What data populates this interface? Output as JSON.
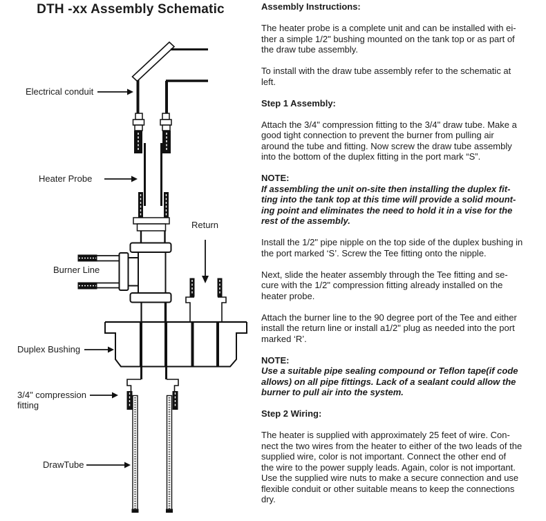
{
  "title": "DTH -xx Assembly Schematic",
  "diagram": {
    "labels": {
      "electrical_conduit": "Electrical conduit",
      "heater_probe": "Heater Probe",
      "return_port": "Return",
      "burner_line": "Burner Line",
      "duplex_bushing": "Duplex Bushing",
      "compression_fitting": "3/4\" compression\nfitting",
      "draw_tube": "DrawTube"
    },
    "line_color": "#111111"
  },
  "instructions": {
    "blocks": [
      {
        "style": "heading",
        "text": "Assembly Instructions:"
      },
      {
        "style": "para",
        "text": "The heater probe is a complete unit and can be installed with ei-\nther a simple 1/2\" bushing mounted on the tank top or as part of\nthe draw tube assembly."
      },
      {
        "style": "para",
        "text": "To install with the draw tube assembly refer to the schematic at\nleft."
      },
      {
        "style": "heading",
        "text": "Step 1 Assembly:"
      },
      {
        "style": "para",
        "text": "Attach the 3/4\" compression fitting to the 3/4\" draw tube.  Make a\ngood tight connection to prevent the burner from pulling air\naround the tube and fitting.  Now screw the draw tube assembly\ninto the bottom of the duplex fitting in the port mark “S”."
      },
      {
        "style": "note-head",
        "text": "NOTE:"
      },
      {
        "style": "note-body",
        "text": "If assembling the unit on-site then installing the duplex fit-\nting into the tank top at this time will provide a solid mount-\ning point and eliminates the need to hold it in a vise for the\nrest of the assembly."
      },
      {
        "style": "para",
        "text": "Install the 1/2\" pipe nipple on the top side of the duplex bushing in\nthe port marked ‘S’.  Screw the Tee fitting onto the nipple."
      },
      {
        "style": "para",
        "text": "Next, slide the heater assembly through the Tee fitting and se-\ncure with the 1/2\" compression fitting already installed on the\nheater probe."
      },
      {
        "style": "para",
        "text": "Attach the burner line to the 90 degree port of the Tee and either\ninstall the return line or install a1/2\" plug as needed into the port\nmarked ‘R’."
      },
      {
        "style": "note-head",
        "text": "NOTE:"
      },
      {
        "style": "note-body",
        "text": "Use a suitable pipe sealing compound or Teflon tape(if code\nallows) on all pipe fittings.  Lack of a sealant could allow the\nburner to pull air into the system."
      },
      {
        "style": "heading",
        "text": "Step 2  Wiring:"
      },
      {
        "style": "para",
        "text": "The heater is supplied with approximately 25 feet of wire.  Con-\nnect the two wires from the heater to either of the two leads of the\nsupplied wire, color is not important.  Connect the other end of\nthe wire to the power supply leads.  Again, color is not important.\nUse the supplied wire nuts to make a secure connection and use\nflexible conduit or other suitable means to keep the connections\ndry."
      }
    ]
  }
}
